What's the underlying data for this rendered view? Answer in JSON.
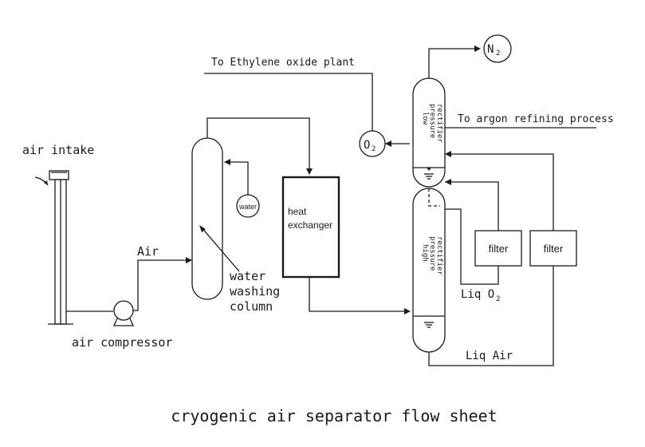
{
  "title": "cryogenic air separator flow sheet",
  "labels": {
    "air_intake": "air intake",
    "air": "Air",
    "air_compressor": "air compressor",
    "water_washing_column": [
      "water",
      "washing",
      "column"
    ],
    "water": "water",
    "heat_exchanger": [
      "heat",
      "exchanger"
    ],
    "to_ethylene_oxide": "To Ethylene oxide plant",
    "to_argon": "To argon refining process",
    "n2": "N",
    "n2_sub": "2",
    "o2": "O",
    "o2_sub": "2",
    "low_pressure_rectifier": [
      "low",
      "pressure",
      "rectifier"
    ],
    "high_pressure_rectifier": [
      "high",
      "pressure",
      "rectifier"
    ],
    "filter_1": "filter",
    "filter_2": "filter",
    "liq_o2": "Liq O",
    "liq_o2_sub": "2",
    "liq_air": "Liq Air"
  },
  "colors": {
    "line": "#1a1a1a",
    "background": "#ffffff"
  }
}
